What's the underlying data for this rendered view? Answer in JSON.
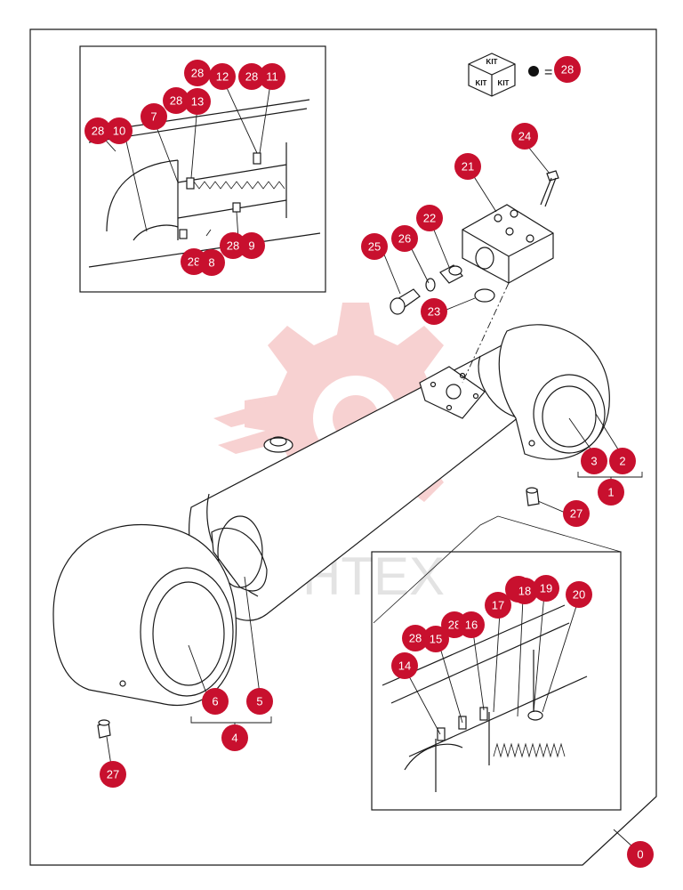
{
  "diagram": {
    "callout_color": "#c8102e",
    "watermark_text": "YHTEX",
    "kit": {
      "labels": [
        "KIT",
        "KIT",
        "KIT"
      ],
      "equals": "=",
      "kit_part": "28"
    },
    "callouts": [
      {
        "label": "0"
      },
      {
        "label": "1"
      },
      {
        "label": "2"
      },
      {
        "label": "3"
      },
      {
        "label": "4"
      },
      {
        "label": "5"
      },
      {
        "label": "6"
      },
      {
        "label": "7"
      },
      {
        "label": "8"
      },
      {
        "label": "9"
      },
      {
        "label": "10"
      },
      {
        "label": "11"
      },
      {
        "label": "12"
      },
      {
        "label": "13"
      },
      {
        "label": "14"
      },
      {
        "label": "15"
      },
      {
        "label": "16"
      },
      {
        "label": "17"
      },
      {
        "label": "18"
      },
      {
        "label": "19"
      },
      {
        "label": "20"
      },
      {
        "label": "21"
      },
      {
        "label": "22"
      },
      {
        "label": "23"
      },
      {
        "label": "24"
      },
      {
        "label": "25"
      },
      {
        "label": "26"
      },
      {
        "label": "27"
      },
      {
        "label": "27"
      },
      {
        "label": "28"
      },
      {
        "label": "28"
      },
      {
        "label": "28"
      },
      {
        "label": "28"
      },
      {
        "label": "28"
      },
      {
        "label": "28"
      },
      {
        "label": "28"
      },
      {
        "label": "28"
      },
      {
        "label": "28"
      },
      {
        "label": "28"
      }
    ]
  }
}
